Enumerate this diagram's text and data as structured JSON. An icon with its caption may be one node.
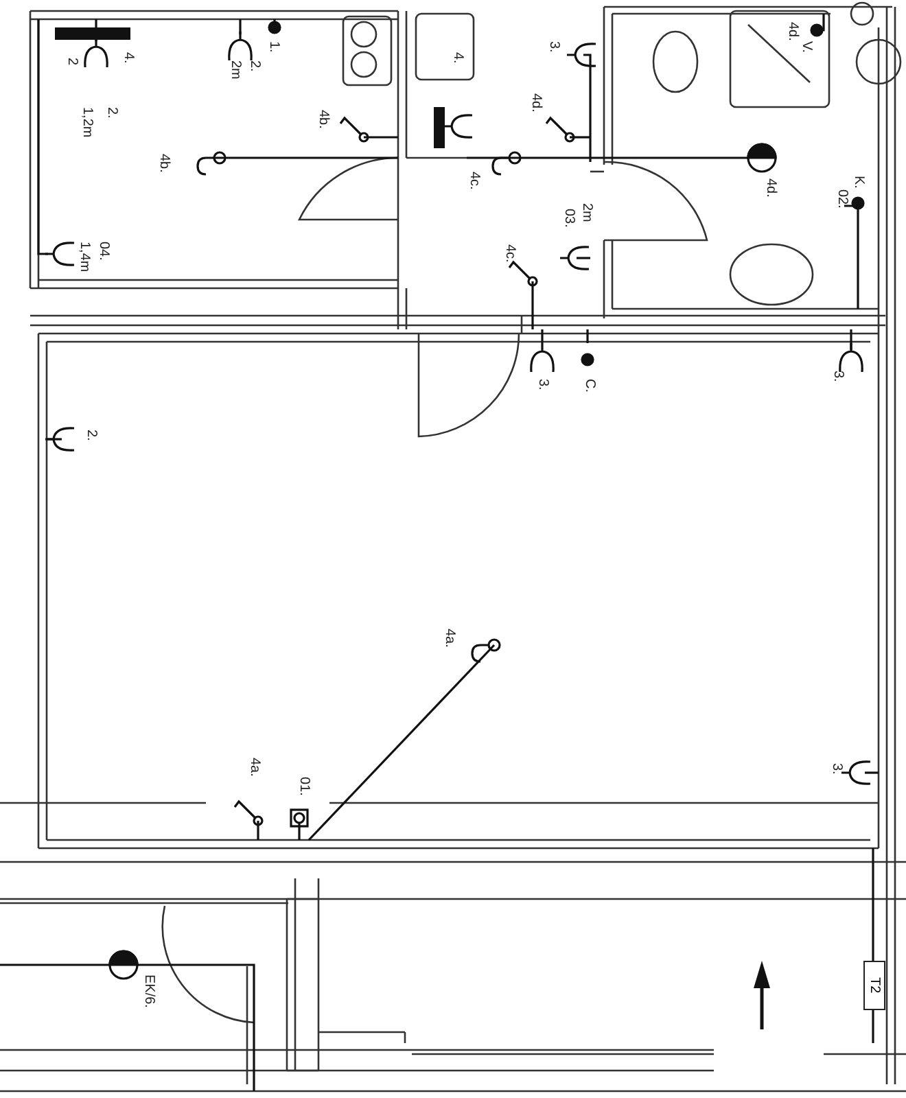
{
  "diagram": {
    "nodes": [
      {
        "text": [
          "T2"
        ]
      }
    ],
    "labels": [
      "4d.",
      "4.",
      "2",
      "1.",
      "V.",
      "3.",
      "4.",
      "2.",
      "2m",
      "2.",
      "1,2m",
      "4d.",
      "4b.",
      "4b.",
      "4c.",
      "4d.",
      "K.",
      "02.",
      "2m",
      "03.",
      "04.",
      "1,4m",
      "4c.",
      "3.",
      "C.",
      "3.",
      "2.",
      "4a.",
      "4a.",
      "01.",
      "3.",
      "EK/6."
    ]
  }
}
